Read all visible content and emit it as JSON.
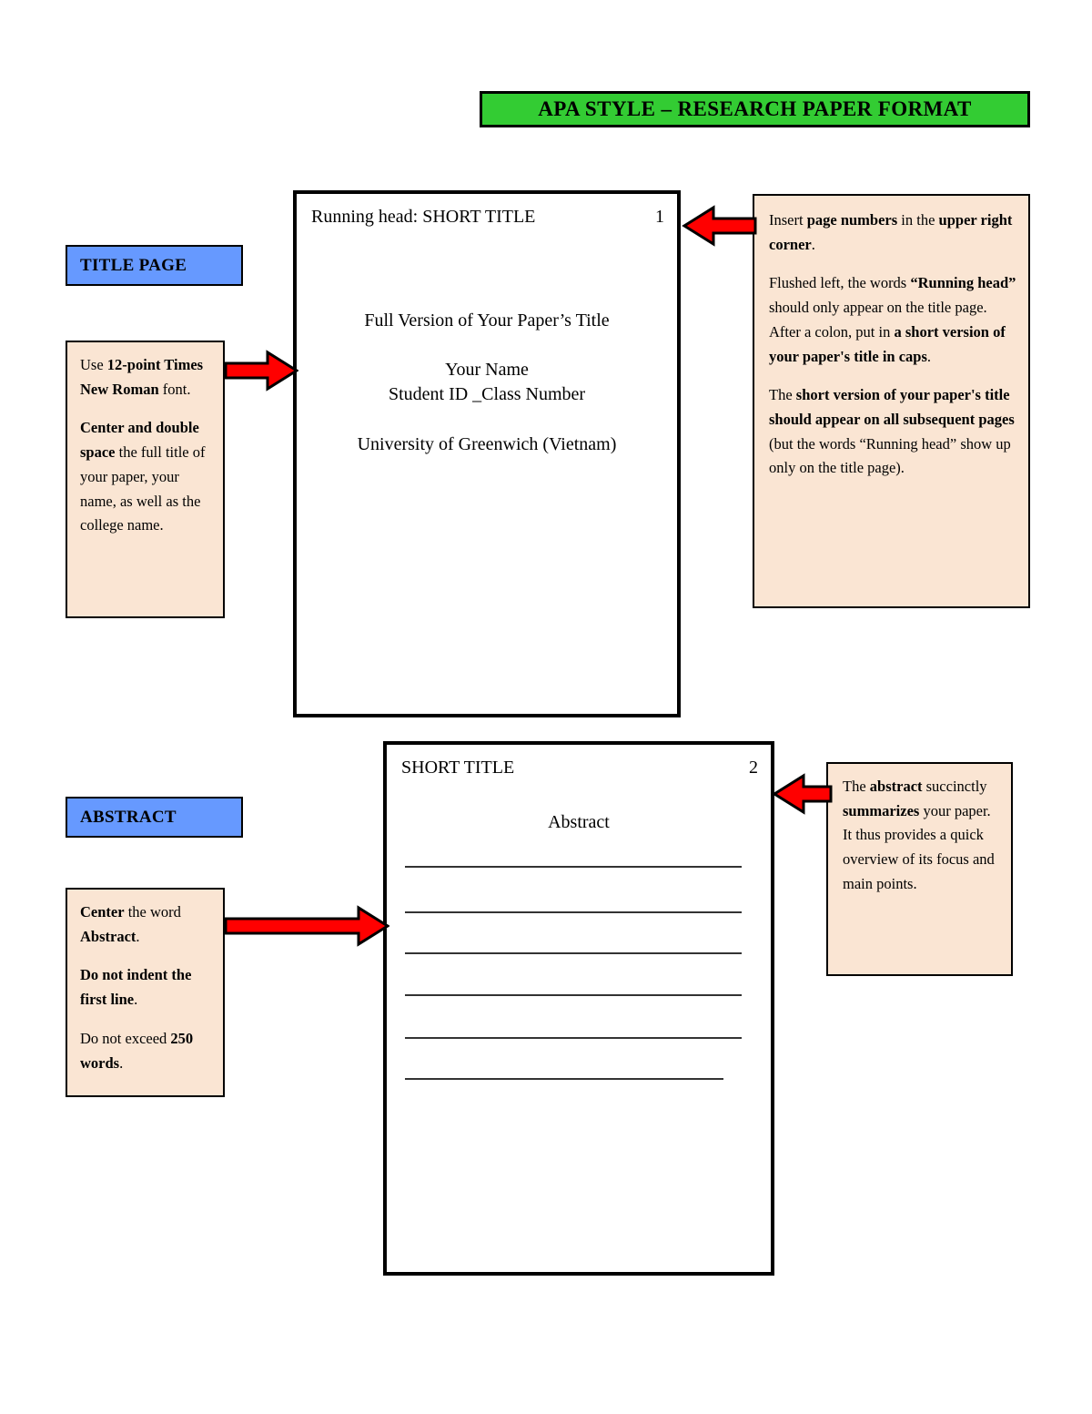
{
  "banner": {
    "text": "APA STYLE – RESEARCH PAPER FORMAT",
    "bg_color": "#33cc33",
    "border_color": "#000000"
  },
  "colors": {
    "label_blue": "#6699ff",
    "note_peach": "#fae5d3",
    "arrow_red": "#ff0000",
    "banner_green": "#33cc33",
    "rule_gray": "#333333"
  },
  "labels": {
    "title_page": "TITLE PAGE",
    "abstract": "ABSTRACT"
  },
  "title_page": {
    "running_head": "Running head: SHORT TITLE",
    "page_number": "1",
    "full_title": "Full Version of Your Paper’s Title",
    "author_name": "Your Name",
    "student_id": "Student ID _Class Number",
    "institution": "University of Greenwich (Vietnam)"
  },
  "abstract_page": {
    "running_head": "SHORT TITLE",
    "page_number": "2",
    "heading": "Abstract",
    "rule_count": 6
  },
  "notes": {
    "font_note": {
      "p1_a": "Use ",
      "p1_b": "12-point Times  New Roman",
      "p1_c": " font.",
      "p2_a": "Center and double space",
      "p2_b": " the full title of your paper, your name, as well as the college name."
    },
    "running_head_note": {
      "p1_a": "Insert ",
      "p1_b": "page numbers",
      "p1_c": " in the ",
      "p1_d": "upper right corner",
      "p1_e": ".",
      "p2_a": "Flushed left, the words ",
      "p2_b": "“Running head”",
      "p2_c": " should only appear on the title page. After a colon, put in ",
      "p2_d": "a short version of your paper's title in caps",
      "p2_e": ".",
      "p3_a": "The ",
      "p3_b": "short version of your paper's title should appear on all subsequent pages",
      "p3_c": " (but the words “Running head” show up only on the title page)."
    },
    "abstract_rules_note": {
      "p1_a": "Center",
      "p1_b": " the word ",
      "p1_c": "Abstract",
      "p1_d": ".",
      "p2_a": "Do not indent the first line",
      "p2_b": ".",
      "p3_a": "Do not exceed ",
      "p3_b": "250 words",
      "p3_c": "."
    },
    "abstract_desc_note": {
      "p1_a": "The ",
      "p1_b": "abstract",
      "p1_c": " succinctly ",
      "p1_d": "summarizes",
      "p1_e": " your paper. It thus provides a quick overview of its focus and main points."
    }
  },
  "arrows": [
    {
      "name": "arrow-font-note-to-title-page",
      "direction": "right"
    },
    {
      "name": "arrow-running-head-note-to-title-page",
      "direction": "left"
    },
    {
      "name": "arrow-abstract-rules-note-to-abstract-page",
      "direction": "right"
    },
    {
      "name": "arrow-abstract-desc-note-to-abstract-page",
      "direction": "left"
    }
  ]
}
